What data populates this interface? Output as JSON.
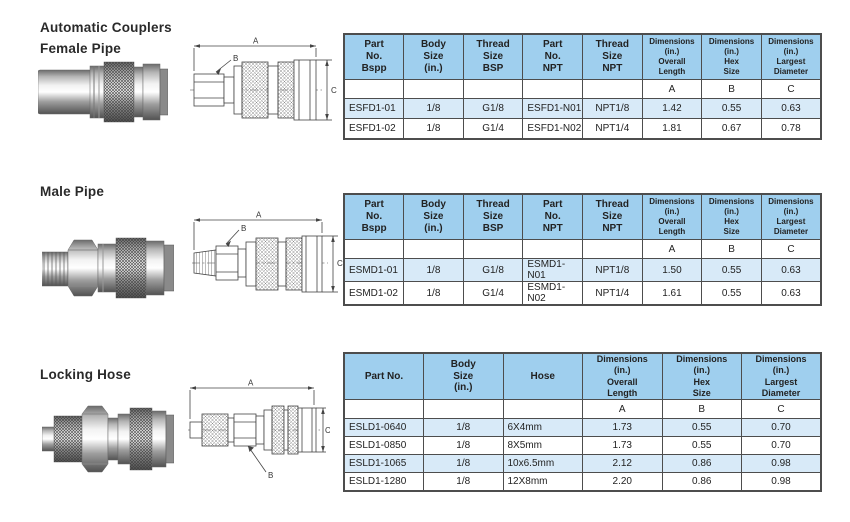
{
  "colors": {
    "table_header_bg": "#9fcfee",
    "table_row_alt_bg": "#d8eaf8",
    "table_border": "#4d4d4d",
    "heading_text": "#2a2a2a"
  },
  "sections": [
    {
      "id": "female-pipe",
      "heading": "Automatic Couplers\nFemale Pipe",
      "drawing_labels": {
        "a": "A",
        "b": "B",
        "c": "C"
      },
      "table": {
        "columns": [
          "Part\nNo.\nBspp",
          "Body\nSize\n(in.)",
          "Thread\nSize\nBSP",
          "Part\nNo.\nNPT",
          "Thread\nSize\nNPT",
          "Dimensions\n(in.)\nOverall\nLength",
          "Dimensions\n(in.)\nHex\nSize",
          "Dimensions\n(in.)\nLargest\nDiameter"
        ],
        "subheader": [
          "",
          "",
          "",
          "",
          "",
          "A",
          "B",
          "C"
        ],
        "rows": [
          [
            "ESFD1-01",
            "1/8",
            "G1/8",
            "ESFD1-N01",
            "NPT1/8",
            "1.42",
            "0.55",
            "0.63"
          ],
          [
            "ESFD1-02",
            "1/8",
            "G1/4",
            "ESFD1-N02",
            "NPT1/4",
            "1.81",
            "0.67",
            "0.78"
          ]
        ]
      }
    },
    {
      "id": "male-pipe",
      "heading": "Male Pipe",
      "drawing_labels": {
        "a": "A",
        "b": "B",
        "c": "C"
      },
      "table": {
        "columns": [
          "Part\nNo.\nBspp",
          "Body\nSize\n(in.)",
          "Thread\nSize\nBSP",
          "Part\nNo.\nNPT",
          "Thread\nSize\nNPT",
          "Dimensions\n(in.)\nOverall\nLength",
          "Dimensions\n(in.)\nHex\nSize",
          "Dimensions\n(in.)\nLargest\nDiameter"
        ],
        "subheader": [
          "",
          "",
          "",
          "",
          "",
          "A",
          "B",
          "C"
        ],
        "rows": [
          [
            "ESMD1-01",
            "1/8",
            "G1/8",
            "ESMD1-N01",
            "NPT1/8",
            "1.50",
            "0.55",
            "0.63"
          ],
          [
            "ESMD1-02",
            "1/8",
            "G1/4",
            "ESMD1-N02",
            "NPT1/4",
            "1.61",
            "0.55",
            "0.63"
          ]
        ]
      }
    },
    {
      "id": "locking-hose",
      "heading": "Locking Hose",
      "drawing_labels": {
        "a": "A",
        "b": "B",
        "c": "C"
      },
      "table": {
        "columns": [
          "Part No.",
          "Body\nSize\n(in.)",
          "Hose",
          "Dimensions\n(in.)\nOverall\nLength",
          "Dimensions\n(in.)\nHex\nSize",
          "Dimensions\n(in.)\nLargest\nDiameter"
        ],
        "subheader": [
          "",
          "",
          "",
          "A",
          "B",
          "C"
        ],
        "rows": [
          [
            "ESLD1-0640",
            "1/8",
            "6X4mm",
            "1.73",
            "0.55",
            "0.70"
          ],
          [
            "ESLD1-0850",
            "1/8",
            "8X5mm",
            "1.73",
            "0.55",
            "0.70"
          ],
          [
            "ESLD1-1065",
            "1/8",
            "10x6.5mm",
            "2.12",
            "0.86",
            "0.98"
          ],
          [
            "ESLD1-1280",
            "1/8",
            "12X8mm",
            "2.20",
            "0.86",
            "0.98"
          ]
        ]
      }
    }
  ]
}
